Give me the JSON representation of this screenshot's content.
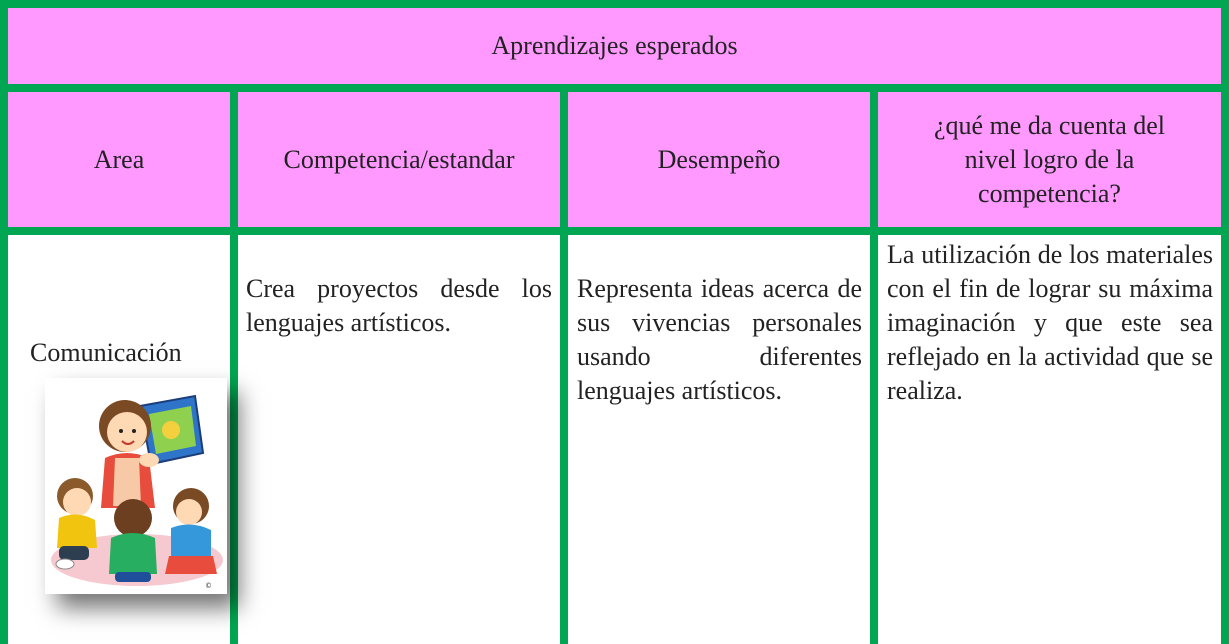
{
  "table": {
    "title": "Aprendizajes esperados",
    "headers": {
      "area": "Area",
      "competencia": "Competencia/estandar",
      "desempeno": "Desempeño",
      "evidencia": "¿qué me da cuenta del nivel  logro de la competencia?"
    },
    "row": {
      "area": "Comunicación",
      "competencia": "Crea proyectos desde los lenguajes artísticos.",
      "desempeno": "Representa ideas acerca de sus vivencias personales usando diferentes lenguajes artísticos.",
      "evidencia": "La utilización de los materiales con el fin de lograr su máxima imaginación y que este sea reflejado en la actividad que se realiza."
    }
  },
  "colors": {
    "border": "#00a651",
    "header_bg": "#ff99ff",
    "body_bg": "#ffffff"
  }
}
